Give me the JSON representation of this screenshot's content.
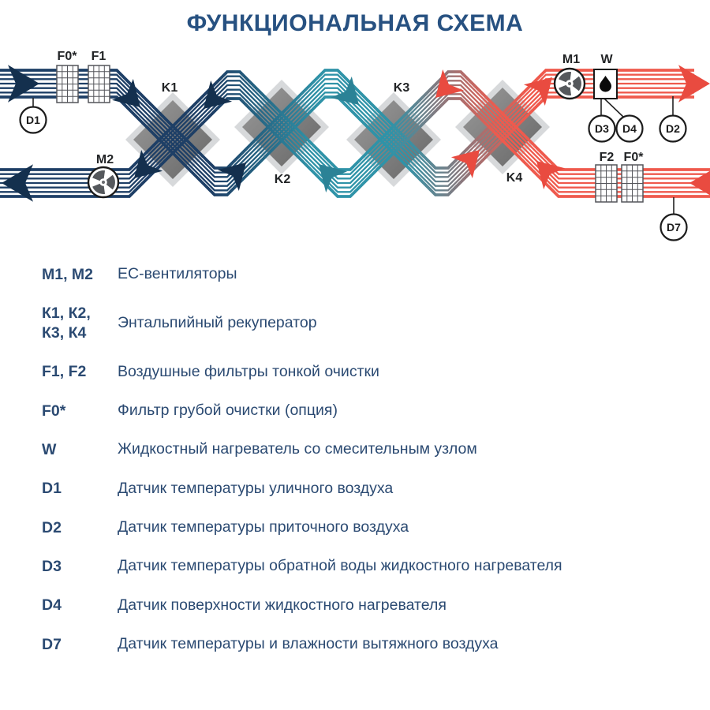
{
  "title": "ФУНКЦИОНАЛЬНАЯ СХЕМА",
  "colors": {
    "title_blue": "#275181",
    "legend_text": "#2b4a72",
    "flow_cold_navy": "#1e3f66",
    "flow_mid_teal": "#2f93a8",
    "flow_warm_red": "#ef5a4d",
    "arrow_navy": "#14304e",
    "arrow_teal": "#2b8296",
    "arrow_red": "#e94b40",
    "recuperator_gray": "#6b6b6b"
  },
  "diagram": {
    "labels": {
      "f0": "F0*",
      "f1": "F1",
      "f2": "F2",
      "k1": "K1",
      "k2": "K2",
      "k3": "K3",
      "k4": "K4",
      "m1": "M1",
      "m2": "M2",
      "w": "W",
      "d1": "D1",
      "d2": "D2",
      "d3": "D3",
      "d4": "D4",
      "d7": "D7"
    }
  },
  "legend": {
    "rows": [
      {
        "key": "M1, M2",
        "desc": "ЕС-вентиляторы"
      },
      {
        "key": "К1, К2,",
        "key2": "К3, К4",
        "desc": "Энтальпийный рекуператор"
      },
      {
        "key": "F1, F2",
        "desc": "Воздушные фильтры тонкой очистки"
      },
      {
        "key": "F0*",
        "desc": "Фильтр грубой очистки (опция)"
      },
      {
        "key": "W",
        "desc": "Жидкостный нагреватель со смесительным узлом"
      },
      {
        "key": "D1",
        "desc": "Датчик температуры уличного воздуха"
      },
      {
        "key": "D2",
        "desc": "Датчик температуры приточного воздуха"
      },
      {
        "key": "D3",
        "desc": "Датчик температуры обратной воды жидкостного нагревателя"
      },
      {
        "key": "D4",
        "desc": "Датчик поверхности жидкостного нагревателя"
      },
      {
        "key": "D7",
        "desc": "Датчик температуры и влажности вытяжного воздуха"
      }
    ]
  }
}
